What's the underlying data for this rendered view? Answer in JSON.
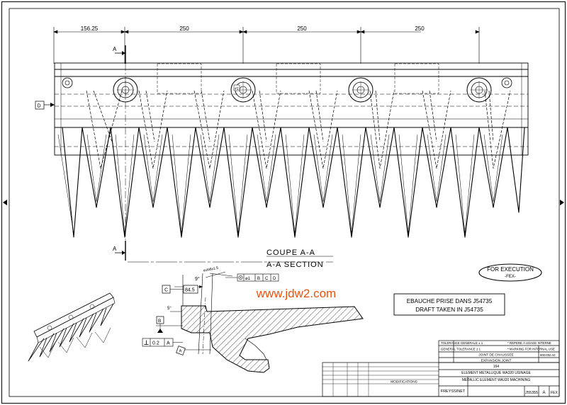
{
  "dimensions": {
    "d1": "156.25",
    "d2": "250",
    "d3": "250",
    "d4": "250"
  },
  "section_marks": {
    "top": "A",
    "bottom": "A"
  },
  "datum_labels": {
    "d": "D",
    "c": "C",
    "b": "B",
    "a": "A"
  },
  "section_titles": {
    "fr": "COUPE A-A",
    "en": "A-A SECTION"
  },
  "stamp": {
    "line1": "FOR EXECUTION",
    "line2": "-FEX-"
  },
  "watermark": "www.jdw2.com",
  "draft_note": {
    "line1": "EBAUCHE PRISE DANS J54735",
    "line2": "DRAFT TAKEN IN J54735"
  },
  "callouts": {
    "angle": "9°",
    "dim_c": "84.5",
    "tol_a": "0.2",
    "tol_a_ref": "A",
    "position_frame": "⌀1",
    "position_refs": [
      "B",
      "C",
      "D"
    ],
    "small_dim": "4xM8x1.5",
    "angle_2": "5°"
  },
  "title_block": {
    "tol_fr": "TOLERANCE GENERALE ± 1",
    "tol_en": "GENERAL TOLERANCE ± 1",
    "note_fr": "* REPERE A USAGE INTERNE",
    "note_en": "* MARKING FOR INTERNAL USE",
    "part_fr": "JOINT DE CHAUSSEE",
    "part_en": "EXPANSION JOINT",
    "material": "164",
    "desc_fr": "ELEMENT METALLIQUE WA320 USINAGE",
    "desc_en": "METALLIC ELEMENT WA320 MACHINING",
    "mod_header": "MODIFICATIONS",
    "sheet_code": "600-002 A0",
    "drawing_no": "J55355",
    "rev": "A",
    "status": "FEX",
    "company": "FREYSSINET"
  }
}
